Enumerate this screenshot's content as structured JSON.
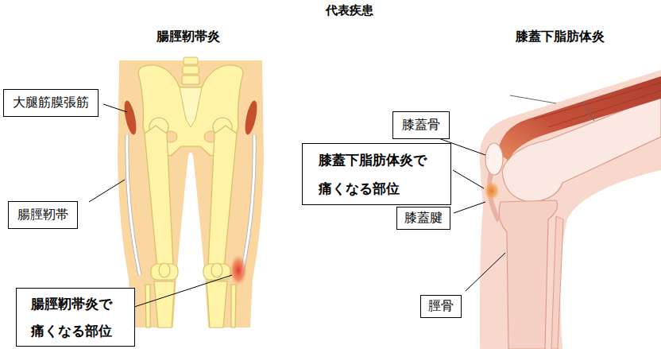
{
  "diagram": {
    "title": "代表疾患",
    "nodes": [
      {
        "text": [
          "大腿筋膜張筋"
        ]
      },
      {
        "text": [
          "腸脛靭帯"
        ]
      },
      {
        "text": [
          "腸脛靭帯炎で 痛くなる部位"
        ]
      },
      {
        "text": [
          "膝蓋骨"
        ]
      },
      {
        "text": [
          "膝蓋下脂肪体炎で 痛くなる部位"
        ]
      },
      {
        "text": [
          "膝蓋腱"
        ]
      },
      {
        "text": [
          "脛骨"
        ]
      }
    ],
    "labels": [
      "腸脛靭帯炎",
      "膝蓋下脂肪体炎"
    ]
  }
}
